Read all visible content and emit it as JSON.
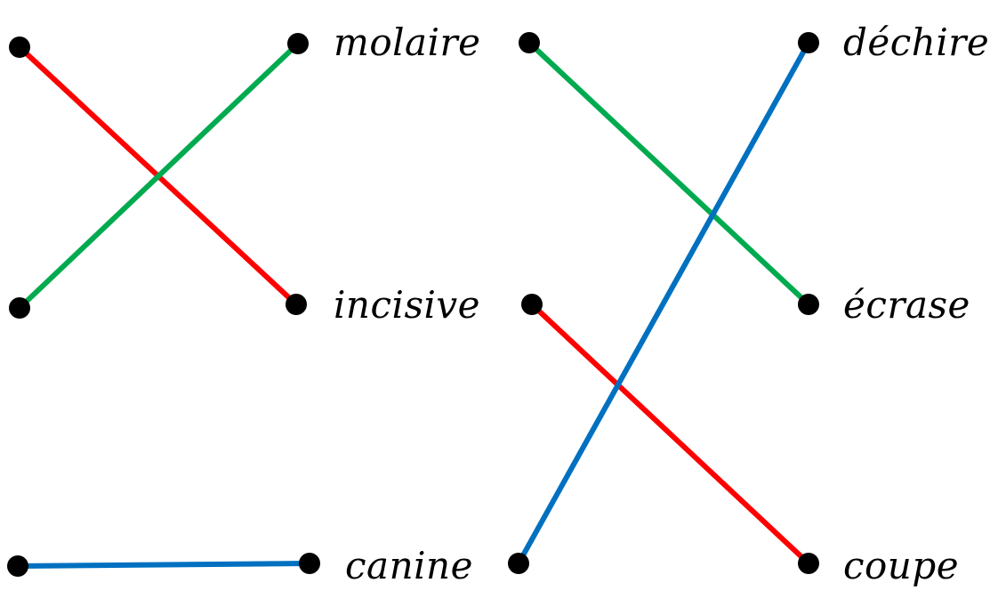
{
  "words": {
    "molaire": "molaire",
    "incisive": "incisive",
    "canine": "canine",
    "dechire": "déchire",
    "ecrase": "écrase",
    "coupe": "coupe"
  },
  "links": [
    {
      "from": "dot-left-1",
      "to": "dot-mid-left-2",
      "color": "#ff0000"
    },
    {
      "from": "dot-left-2",
      "to": "dot-mid-left-1",
      "color": "#00aa4f"
    },
    {
      "from": "dot-left-3",
      "to": "dot-mid-left-3",
      "color": "#0070c0"
    },
    {
      "from": "dot-mid-right-1",
      "to": "dot-right-2",
      "color": "#00aa4f"
    },
    {
      "from": "dot-mid-right-2",
      "to": "dot-right-3",
      "color": "#ff0000"
    },
    {
      "from": "dot-mid-right-3",
      "to": "dot-right-1",
      "color": "#0070c0"
    }
  ]
}
